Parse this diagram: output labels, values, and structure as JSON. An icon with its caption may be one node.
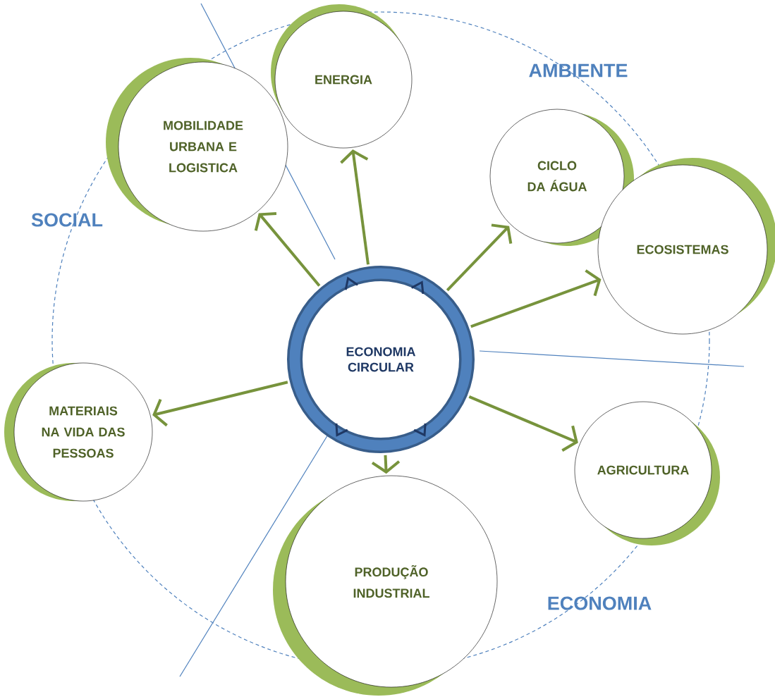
{
  "diagram": {
    "nodes": [
      {
        "text": [
          "ECONOMIA CIRCULAR"
        ]
      },
      {
        "text": [
          "MOBILIDADE URBANA E LOGISTICA"
        ]
      },
      {
        "text": [
          "ENERGIA"
        ]
      },
      {
        "text": [
          "CICLO DA ÁGUA"
        ]
      },
      {
        "text": [
          "ECOSISTEMAS"
        ]
      },
      {
        "text": [
          "MATERIAIS NA VIDA DAS PESSOAS"
        ]
      },
      {
        "text": [
          "PRODUÇÃO INDUSTRIAL"
        ]
      },
      {
        "text": [
          "AGRICULTURA"
        ]
      }
    ],
    "edges": [
      {
        "from": 0,
        "to": 1,
        "arrow": "to"
      },
      {
        "from": 0,
        "to": 2,
        "arrow": "to"
      },
      {
        "from": 0,
        "to": 3,
        "arrow": "to"
      },
      {
        "from": 0,
        "to": 4,
        "arrow": "to"
      },
      {
        "from": 0,
        "to": 7,
        "arrow": "to"
      },
      {
        "from": 0,
        "to": 6,
        "arrow": "to"
      },
      {
        "from": 0,
        "to": 5,
        "arrow": "to"
      }
    ],
    "labels": [
      "AMBIENTE",
      "SOCIAL",
      "ECONOMIA"
    ]
  }
}
